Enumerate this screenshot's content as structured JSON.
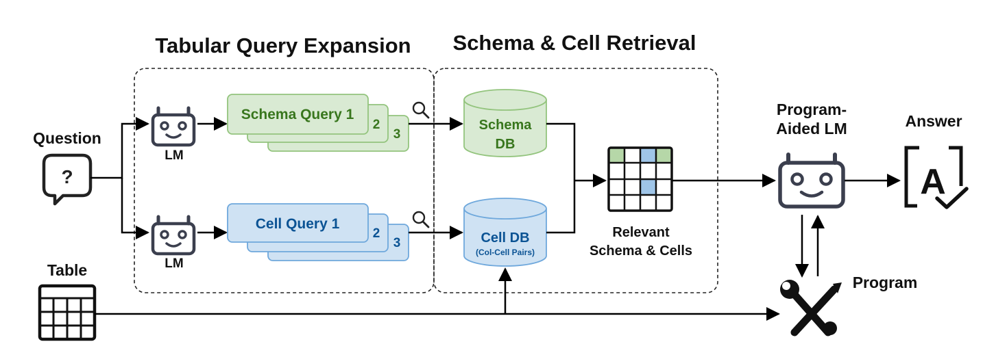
{
  "sections": {
    "expansion_title": "Tabular Query Expansion",
    "retrieval_title": "Schema & Cell Retrieval"
  },
  "inputs": {
    "question_label": "Question",
    "question_symbol": "?",
    "table_label": "Table"
  },
  "lm_nodes": {
    "top_label": "LM",
    "bottom_label": "LM"
  },
  "schema_queries": {
    "card1": "Schema Query 1",
    "card2": "2",
    "card3": "3"
  },
  "cell_queries": {
    "card1": "Cell Query 1",
    "card2": "2",
    "card3": "3"
  },
  "databases": {
    "schema_db_line1": "Schema",
    "schema_db_line2": "DB",
    "cell_db_line1": "Cell DB",
    "cell_db_line2": "(Col-Cell Pairs)"
  },
  "relevant": {
    "line1": "Relevant",
    "line2": "Schema & Cells"
  },
  "program_lm": {
    "line1": "Program-",
    "line2": "Aided LM"
  },
  "answer": {
    "label": "Answer",
    "glyph": "A"
  },
  "program": {
    "label": "Program"
  },
  "colors": {
    "schema_fill": "#d9ead3",
    "schema_stroke": "#93c47d",
    "schema_text": "#38761d",
    "cell_fill": "#cfe2f3",
    "cell_stroke": "#6fa8dc",
    "cell_text": "#0b5394",
    "icon_dark": "#3b3f4e"
  }
}
